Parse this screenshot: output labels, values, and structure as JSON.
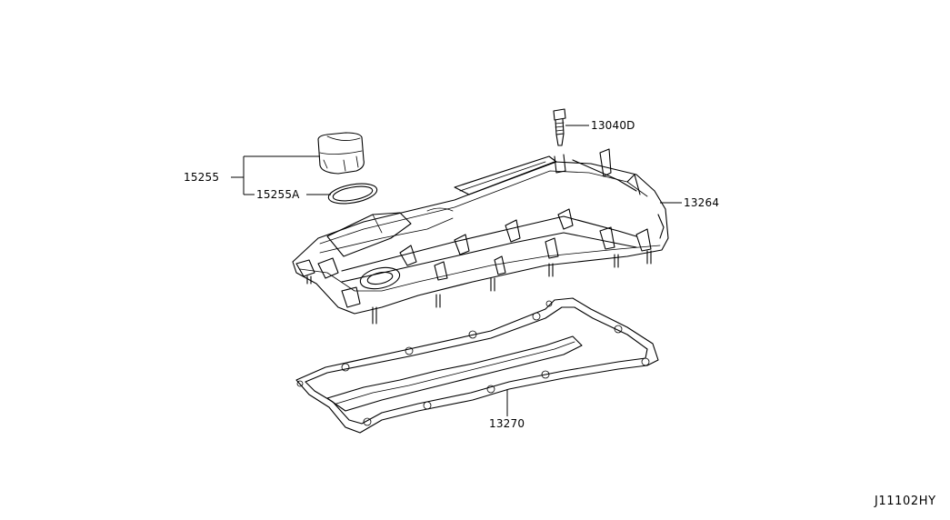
{
  "diagram": {
    "reference_code": "J11102HY",
    "callouts": [
      {
        "id": "15255",
        "label": "15255"
      },
      {
        "id": "15255A",
        "label": "15255A"
      },
      {
        "id": "13040D",
        "label": "13040D"
      },
      {
        "id": "13264",
        "label": "13264"
      },
      {
        "id": "13270",
        "label": "13270"
      }
    ]
  }
}
